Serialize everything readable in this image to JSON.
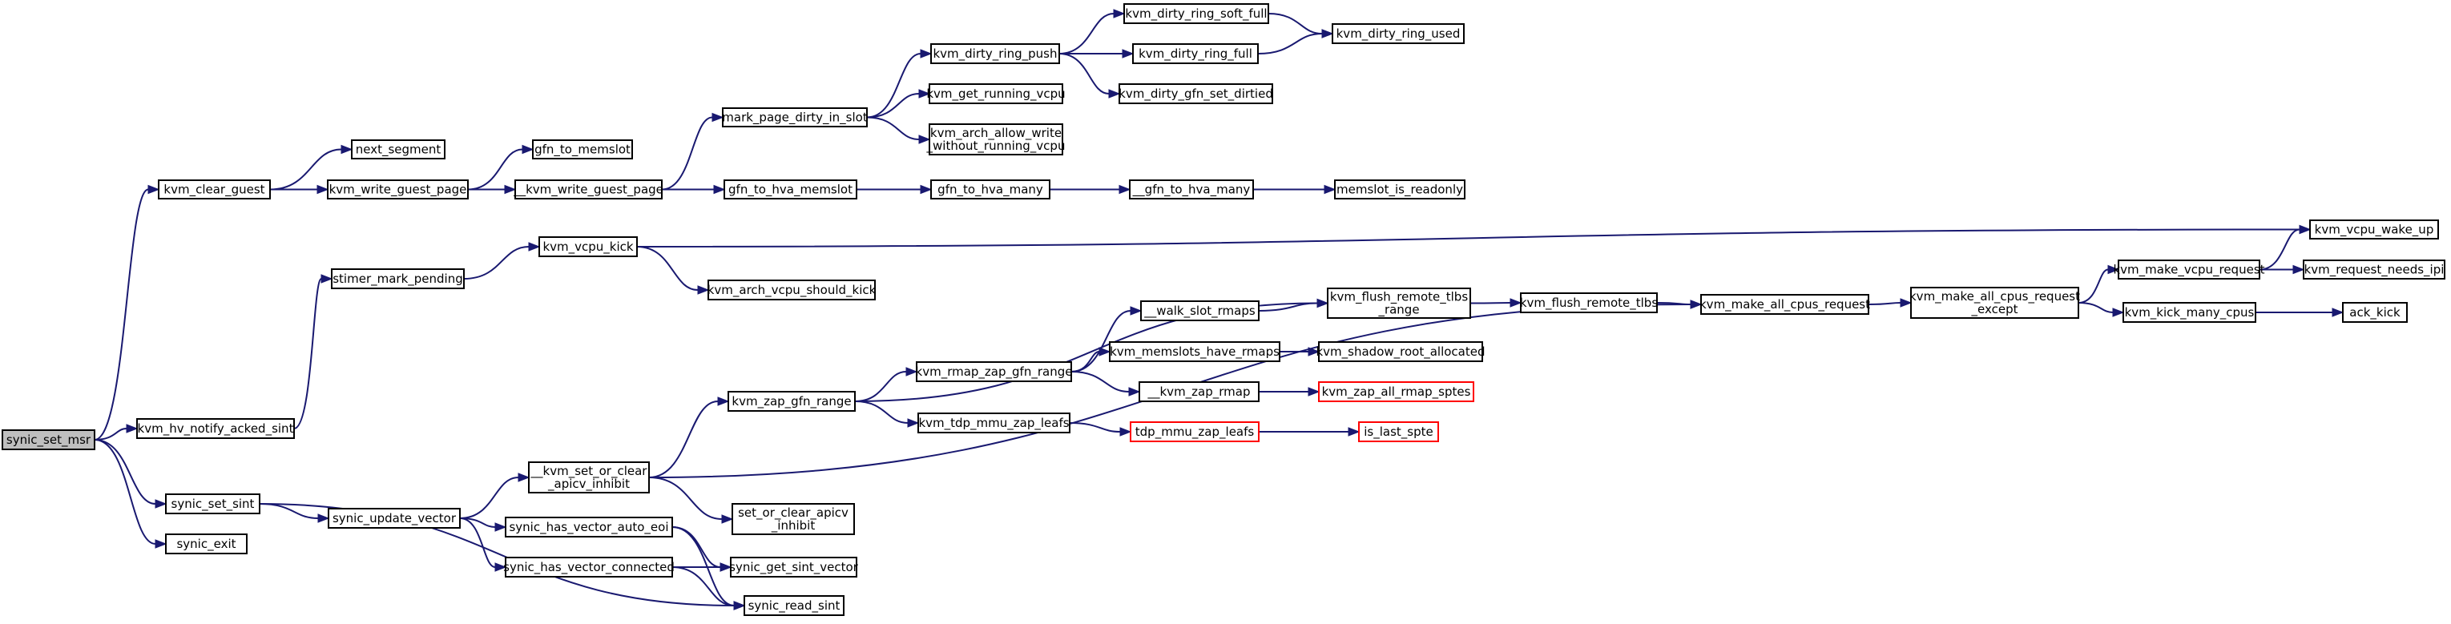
{
  "graph": {
    "colors": {
      "node_fill": "#ffffff",
      "root_fill": "#bfbfbf",
      "border": "#000000",
      "truncated_border": "#ff0000",
      "edge": "#191970"
    },
    "nodes": [
      {
        "id": "synic_set_msr",
        "lines": [
          "synic_set_msr"
        ],
        "root": true
      },
      {
        "id": "kvm_clear_guest",
        "lines": [
          "kvm_clear_guest"
        ]
      },
      {
        "id": "next_segment",
        "lines": [
          "next_segment"
        ]
      },
      {
        "id": "kvm_write_guest_page",
        "lines": [
          "kvm_write_guest_page"
        ]
      },
      {
        "id": "gfn_to_memslot",
        "lines": [
          "gfn_to_memslot"
        ]
      },
      {
        "id": "__kvm_write_guest_page",
        "lines": [
          "__kvm_write_guest_page"
        ]
      },
      {
        "id": "mark_page_dirty_in_slot",
        "lines": [
          "mark_page_dirty_in_slot"
        ]
      },
      {
        "id": "kvm_dirty_ring_push",
        "lines": [
          "kvm_dirty_ring_push"
        ]
      },
      {
        "id": "kvm_dirty_ring_soft_full",
        "lines": [
          "kvm_dirty_ring_soft_full"
        ]
      },
      {
        "id": "kvm_dirty_ring_used",
        "lines": [
          "kvm_dirty_ring_used"
        ]
      },
      {
        "id": "kvm_dirty_ring_full",
        "lines": [
          "kvm_dirty_ring_full"
        ]
      },
      {
        "id": "kvm_dirty_gfn_set_dirtied",
        "lines": [
          "kvm_dirty_gfn_set_dirtied"
        ]
      },
      {
        "id": "kvm_get_running_vcpu",
        "lines": [
          "kvm_get_running_vcpu"
        ]
      },
      {
        "id": "kvm_arch_allow_write_without_running_vcpu",
        "lines": [
          "kvm_arch_allow_write",
          "_without_running_vcpu"
        ]
      },
      {
        "id": "gfn_to_hva_memslot",
        "lines": [
          "gfn_to_hva_memslot"
        ]
      },
      {
        "id": "gfn_to_hva_many",
        "lines": [
          "gfn_to_hva_many"
        ]
      },
      {
        "id": "__gfn_to_hva_many",
        "lines": [
          "__gfn_to_hva_many"
        ]
      },
      {
        "id": "memslot_is_readonly",
        "lines": [
          "memslot_is_readonly"
        ]
      },
      {
        "id": "kvm_hv_notify_acked_sint",
        "lines": [
          "kvm_hv_notify_acked_sint"
        ]
      },
      {
        "id": "stimer_mark_pending",
        "lines": [
          "stimer_mark_pending"
        ]
      },
      {
        "id": "kvm_vcpu_kick",
        "lines": [
          "kvm_vcpu_kick"
        ]
      },
      {
        "id": "kvm_vcpu_wake_up",
        "lines": [
          "kvm_vcpu_wake_up"
        ]
      },
      {
        "id": "kvm_arch_vcpu_should_kick",
        "lines": [
          "kvm_arch_vcpu_should_kick"
        ]
      },
      {
        "id": "kvm_flush_remote_tlbs_range",
        "lines": [
          "kvm_flush_remote_tlbs",
          "_range"
        ]
      },
      {
        "id": "kvm_flush_remote_tlbs",
        "lines": [
          "kvm_flush_remote_tlbs"
        ]
      },
      {
        "id": "kvm_make_all_cpus_request",
        "lines": [
          "kvm_make_all_cpus_request"
        ]
      },
      {
        "id": "kvm_make_all_cpus_request_except",
        "lines": [
          "kvm_make_all_cpus_request",
          "_except"
        ]
      },
      {
        "id": "kvm_make_vcpu_request",
        "lines": [
          "kvm_make_vcpu_request"
        ]
      },
      {
        "id": "kvm_request_needs_ipi",
        "lines": [
          "kvm_request_needs_ipi"
        ]
      },
      {
        "id": "kvm_kick_many_cpus",
        "lines": [
          "kvm_kick_many_cpus"
        ]
      },
      {
        "id": "ack_kick",
        "lines": [
          "ack_kick"
        ]
      },
      {
        "id": "__walk_slot_rmaps",
        "lines": [
          "__walk_slot_rmaps"
        ]
      },
      {
        "id": "kvm_memslots_have_rmaps",
        "lines": [
          "kvm_memslots_have_rmaps"
        ]
      },
      {
        "id": "kvm_shadow_root_allocated",
        "lines": [
          "kvm_shadow_root_allocated"
        ]
      },
      {
        "id": "kvm_zap_gfn_range",
        "lines": [
          "kvm_zap_gfn_range"
        ]
      },
      {
        "id": "kvm_rmap_zap_gfn_range",
        "lines": [
          "kvm_rmap_zap_gfn_range"
        ]
      },
      {
        "id": "__kvm_zap_rmap",
        "lines": [
          "__kvm_zap_rmap"
        ]
      },
      {
        "id": "kvm_zap_all_rmap_sptes",
        "lines": [
          "kvm_zap_all_rmap_sptes"
        ],
        "truncated": true
      },
      {
        "id": "kvm_tdp_mmu_zap_leafs",
        "lines": [
          "kvm_tdp_mmu_zap_leafs"
        ]
      },
      {
        "id": "tdp_mmu_zap_leafs",
        "lines": [
          "tdp_mmu_zap_leafs"
        ],
        "truncated": true
      },
      {
        "id": "is_last_spte",
        "lines": [
          "is_last_spte"
        ],
        "truncated": true
      },
      {
        "id": "synic_set_sint",
        "lines": [
          "synic_set_sint"
        ]
      },
      {
        "id": "synic_update_vector",
        "lines": [
          "synic_update_vector"
        ]
      },
      {
        "id": "__kvm_set_or_clear_apicv_inhibit",
        "lines": [
          "__kvm_set_or_clear",
          "_apicv_inhibit"
        ]
      },
      {
        "id": "set_or_clear_apicv_inhibit",
        "lines": [
          "set_or_clear_apicv",
          "_inhibit"
        ]
      },
      {
        "id": "synic_has_vector_auto_eoi",
        "lines": [
          "synic_has_vector_auto_eoi"
        ]
      },
      {
        "id": "synic_has_vector_connected",
        "lines": [
          "synic_has_vector_connected"
        ]
      },
      {
        "id": "synic_get_sint_vector",
        "lines": [
          "synic_get_sint_vector"
        ]
      },
      {
        "id": "synic_read_sint",
        "lines": [
          "synic_read_sint"
        ]
      },
      {
        "id": "synic_exit",
        "lines": [
          "synic_exit"
        ]
      }
    ],
    "edges": [
      [
        "synic_set_msr",
        "kvm_clear_guest"
      ],
      [
        "synic_set_msr",
        "kvm_hv_notify_acked_sint"
      ],
      [
        "synic_set_msr",
        "synic_set_sint"
      ],
      [
        "synic_set_msr",
        "synic_exit"
      ],
      [
        "kvm_clear_guest",
        "next_segment"
      ],
      [
        "kvm_clear_guest",
        "kvm_write_guest_page"
      ],
      [
        "kvm_write_guest_page",
        "gfn_to_memslot"
      ],
      [
        "kvm_write_guest_page",
        "__kvm_write_guest_page"
      ],
      [
        "__kvm_write_guest_page",
        "mark_page_dirty_in_slot"
      ],
      [
        "__kvm_write_guest_page",
        "gfn_to_hva_memslot"
      ],
      [
        "mark_page_dirty_in_slot",
        "kvm_dirty_ring_push"
      ],
      [
        "mark_page_dirty_in_slot",
        "kvm_get_running_vcpu"
      ],
      [
        "mark_page_dirty_in_slot",
        "kvm_arch_allow_write_without_running_vcpu"
      ],
      [
        "kvm_dirty_ring_push",
        "kvm_dirty_ring_soft_full"
      ],
      [
        "kvm_dirty_ring_push",
        "kvm_dirty_ring_full"
      ],
      [
        "kvm_dirty_ring_push",
        "kvm_dirty_gfn_set_dirtied"
      ],
      [
        "kvm_dirty_ring_soft_full",
        "kvm_dirty_ring_used"
      ],
      [
        "kvm_dirty_ring_full",
        "kvm_dirty_ring_used"
      ],
      [
        "gfn_to_hva_memslot",
        "gfn_to_hva_many"
      ],
      [
        "gfn_to_hva_many",
        "__gfn_to_hva_many"
      ],
      [
        "__gfn_to_hva_many",
        "memslot_is_readonly"
      ],
      [
        "kvm_hv_notify_acked_sint",
        "stimer_mark_pending"
      ],
      [
        "stimer_mark_pending",
        "kvm_vcpu_kick"
      ],
      [
        "kvm_vcpu_kick",
        "kvm_vcpu_wake_up"
      ],
      [
        "kvm_vcpu_kick",
        "kvm_arch_vcpu_should_kick"
      ],
      [
        "kvm_flush_remote_tlbs_range",
        "kvm_flush_remote_tlbs"
      ],
      [
        "kvm_flush_remote_tlbs",
        "kvm_make_all_cpus_request"
      ],
      [
        "kvm_make_all_cpus_request",
        "kvm_make_all_cpus_request_except"
      ],
      [
        "kvm_make_all_cpus_request_except",
        "kvm_make_vcpu_request"
      ],
      [
        "kvm_make_all_cpus_request_except",
        "kvm_kick_many_cpus"
      ],
      [
        "kvm_make_vcpu_request",
        "kvm_vcpu_wake_up"
      ],
      [
        "kvm_make_vcpu_request",
        "kvm_request_needs_ipi"
      ],
      [
        "kvm_kick_many_cpus",
        "ack_kick"
      ],
      [
        "kvm_zap_gfn_range",
        "kvm_flush_remote_tlbs_range"
      ],
      [
        "kvm_zap_gfn_range",
        "kvm_rmap_zap_gfn_range"
      ],
      [
        "kvm_zap_gfn_range",
        "kvm_tdp_mmu_zap_leafs"
      ],
      [
        "kvm_rmap_zap_gfn_range",
        "__walk_slot_rmaps"
      ],
      [
        "kvm_rmap_zap_gfn_range",
        "kvm_memslots_have_rmaps"
      ],
      [
        "kvm_rmap_zap_gfn_range",
        "__kvm_zap_rmap"
      ],
      [
        "__walk_slot_rmaps",
        "kvm_flush_remote_tlbs_range"
      ],
      [
        "kvm_memslots_have_rmaps",
        "kvm_shadow_root_allocated"
      ],
      [
        "__kvm_zap_rmap",
        "kvm_zap_all_rmap_sptes"
      ],
      [
        "kvm_tdp_mmu_zap_leafs",
        "tdp_mmu_zap_leafs"
      ],
      [
        "tdp_mmu_zap_leafs",
        "is_last_spte"
      ],
      [
        "synic_set_sint",
        "synic_update_vector"
      ],
      [
        "synic_set_sint",
        "synic_read_sint"
      ],
      [
        "synic_update_vector",
        "__kvm_set_or_clear_apicv_inhibit"
      ],
      [
        "synic_update_vector",
        "synic_has_vector_auto_eoi"
      ],
      [
        "synic_update_vector",
        "synic_has_vector_connected"
      ],
      [
        "__kvm_set_or_clear_apicv_inhibit",
        "kvm_zap_gfn_range"
      ],
      [
        "__kvm_set_or_clear_apicv_inhibit",
        "kvm_make_all_cpus_request"
      ],
      [
        "__kvm_set_or_clear_apicv_inhibit",
        "set_or_clear_apicv_inhibit"
      ],
      [
        "synic_has_vector_auto_eoi",
        "synic_get_sint_vector"
      ],
      [
        "synic_has_vector_auto_eoi",
        "synic_read_sint"
      ],
      [
        "synic_has_vector_connected",
        "synic_get_sint_vector"
      ],
      [
        "synic_has_vector_connected",
        "synic_read_sint"
      ]
    ]
  }
}
